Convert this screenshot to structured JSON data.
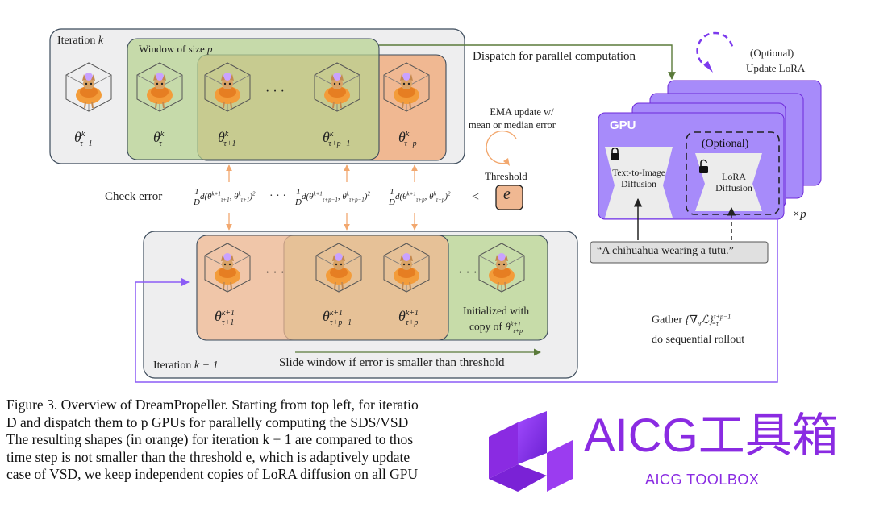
{
  "diagram": {
    "iter_k_label": "Iteration",
    "iter_k_var": "k",
    "window_label": "Window of size",
    "window_var": "p",
    "dispatch": "Dispatch for parallel computation",
    "optional_update_1": "(Optional)",
    "optional_update_2": "Update LoRA",
    "ema_1": "EMA update w/",
    "ema_2": "mean or median error",
    "threshold": "Threshold",
    "threshold_var": "e",
    "check_error": "Check error",
    "less_than": "<",
    "dots": "· · ·",
    "gpu": "GPU",
    "t2i_1": "Text-to-Image",
    "t2i_2": "Diffusion",
    "lora_optional": "(Optional)",
    "lora_1": "LoRA",
    "lora_2": "Diffusion",
    "times_p": "×p",
    "prompt": "“A chihuahua wearing a tutu.”",
    "init_1": "Initialized with",
    "init_2": "copy of",
    "gather_1": "Gather",
    "gather_2": "do sequential rollout",
    "slide": "Slide window if error is smaller than threshold",
    "iter_k1_label": "Iteration",
    "iter_k1_var": "k + 1",
    "thetas_top": [
      "θ",
      "θ",
      "θ",
      "θ",
      "θ"
    ],
    "theta_sub_top": [
      "τ−1",
      "τ",
      "τ+1",
      "τ+p−1",
      "τ+p"
    ],
    "theta_sup_top": [
      "k",
      "k",
      "k",
      "k",
      "k"
    ],
    "theta_sub_bot": [
      "τ+1",
      "τ+p−1",
      "τ+p"
    ],
    "theta_sup_bot": [
      "k+1",
      "k+1",
      "k+1"
    ]
  },
  "caption": [
    "Figure 3. Overview of DreamPropeller. Starting from top left, for iteratio",
    "D and dispatch them to p GPUs for parallelly computing the SDS/VSD",
    "The resulting shapes (in orange) for iteration k + 1 are compared to thos",
    "time step is not smaller than the threshold e, which is adaptively update",
    "case of VSD, we keep independent copies of LoRA diffusion on all GPU"
  ],
  "watermark": {
    "title": "AICG工具箱",
    "subtitle": "AICG TOOLBOX"
  },
  "colors": {
    "green": "#c7dca9",
    "orange": "#f0b892",
    "gray": "#eeeeef",
    "purple": "#a78bfa",
    "purple_dark": "#7c3aed",
    "arrow_orange": "#f2a86f",
    "arrow_green": "#5a7a3a"
  }
}
